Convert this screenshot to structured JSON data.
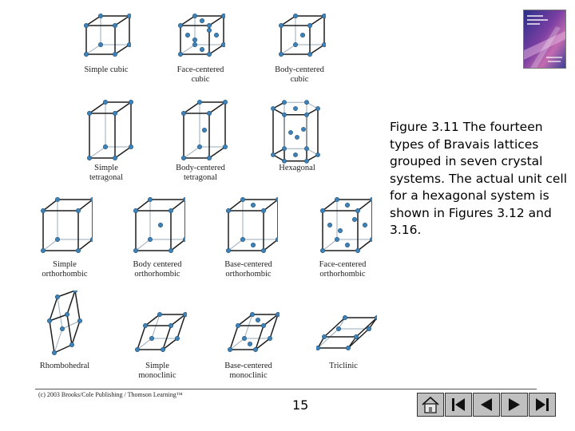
{
  "lattices": [
    {
      "id": "simple-cubic",
      "label": "Simple cubic",
      "kind": "cube"
    },
    {
      "id": "face-centered-cubic",
      "label": "Face-centered\ncubic",
      "kind": "cube"
    },
    {
      "id": "body-centered-cubic",
      "label": "Body-centered\ncubic",
      "kind": "cube"
    },
    {
      "id": "simple-tetragonal",
      "label": "Simple\ntetragonal",
      "kind": "tall"
    },
    {
      "id": "body-centered-tetragonal",
      "label": "Body-centered\ntetragonal",
      "kind": "tall"
    },
    {
      "id": "hexagonal",
      "label": "Hexagonal",
      "kind": "hex"
    },
    {
      "id": "simple-orthorhombic",
      "label": "Simple\northorhombic",
      "kind": "ortho"
    },
    {
      "id": "body-centered-orthorhombic",
      "label": "Body centered\northorhombic",
      "kind": "ortho"
    },
    {
      "id": "base-centered-orthorhombic",
      "label": "Base-centered\northorhombic",
      "kind": "ortho"
    },
    {
      "id": "face-centered-orthorhombic",
      "label": "Face-centered\northorhombic",
      "kind": "ortho"
    },
    {
      "id": "rhombohedral",
      "label": "Rhombohedral",
      "kind": "rhombo"
    },
    {
      "id": "simple-monoclinic",
      "label": "Simple\nmonoclinic",
      "kind": "mono"
    },
    {
      "id": "base-centered-monoclinic",
      "label": "Base-centered\nmonoclinic",
      "kind": "mono"
    },
    {
      "id": "triclinic",
      "label": "Triclinic",
      "kind": "tri"
    }
  ],
  "caption": "Figure 3.11 The fourteen types of Bravais lattices grouped in seven crystal systems. The actual unit cell for a hexagonal system is shown in Figures 3.12 and 3.16.",
  "footer": {
    "copyright": "(c) 2003 Brooks/Cole Publishing / Thomson Learning™",
    "page_number": "15"
  },
  "navigation": {
    "home": "home-icon",
    "first": "first-slide-icon",
    "previous": "previous-slide-icon",
    "next": "next-slide-icon",
    "last": "last-slide-icon"
  },
  "colors": {
    "edge": "#1d1d1d",
    "edge_back": "#9aaab8",
    "atom": "#3e82b8",
    "nav_button": "#c0c0c0"
  }
}
